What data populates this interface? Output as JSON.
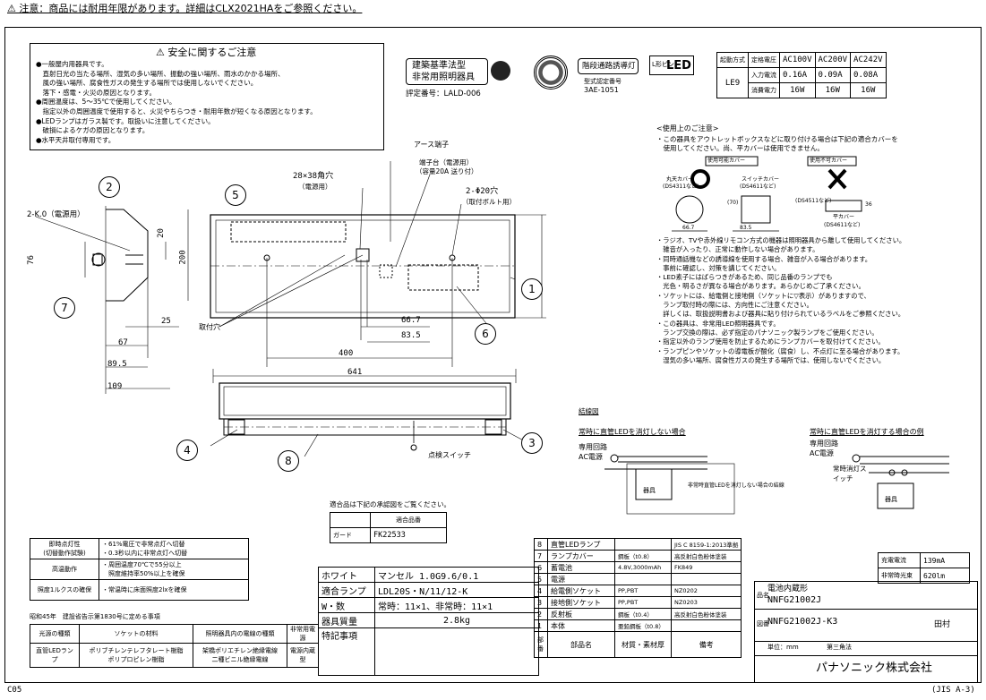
{
  "top_notice": "⚠ 注意：商品には耐用年限があります。詳細はCLX2021HAをご参照ください。",
  "safety": {
    "title": "⚠ 安全に関するご注意",
    "lines": [
      "●一般屋内用器具です。",
      "　直射日光の当たる場所、湿気の多い場所、振動の強い場所、雨水のかかる場所、",
      "　風の強い場所、腐食性ガスの発生する場所では使用しないでください。",
      "　落下・感電・火災の原因となります。",
      "●周囲温度は、5～35℃で使用してください。",
      "　指定以外の周囲温度で使用すると、火災やちらつき・耐用年数が短くなる原因となります。",
      "●LEDランプはガラス製です。取扱いに注意してください。",
      "　破損によるケガの原因となります。",
      "●水平天井取付専用です。"
    ]
  },
  "certs": {
    "law_label_1": "建築基準法型",
    "law_label_2": "非常用照明器具",
    "eval_no": "評定番号：LALD-006",
    "guide_label": "階段通路誘導灯",
    "approval": "型式認定番号",
    "approval_no": "3AE-1051",
    "lshape": "L形ピン",
    "led": "LED"
  },
  "spec_table": {
    "col0": "起動方式",
    "col1": "定格電圧",
    "v1": "AC100V",
    "v2": "AC200V",
    "v3": "AC242V",
    "model": "LE9",
    "row1": "入力電流",
    "i1": "0.16A",
    "i2": "0.09A",
    "i3": "0.08A",
    "row2": "消費電力",
    "w1": "16W",
    "w2": "16W",
    "w3": "16W"
  },
  "usage": {
    "title": "<使用上のご注意>",
    "intro1": "・この器具をアウトレットボックスなどに取り付ける場合は下記の適合カバーを",
    "intro2": "　使用してください。尚、平カバーは使用できません。",
    "ok_label": "使用可能カバー",
    "ng_label": "使用不可カバー",
    "ok1": "丸天カバー",
    "ok1b": "(DS4311など)",
    "ok2": "スイッチカバー",
    "ok2b": "(DS4611など)",
    "ng1": "(DS4511など)",
    "ng2": "平カバー",
    "ng2b": "(DS4611など)",
    "d1": "66.7",
    "d2": "83.5",
    "d3": "(70)",
    "d4": "36",
    "notes": [
      "・ラジオ、TVや赤外線リモコン方式の機器は照明器具から離して使用してください。",
      "　雑音が入ったり、正常に動作しない場合があります。",
      "・同時通話機などの誘導線を使用する場合、雑音が入る場合があります。",
      "　事前に確認し、対策を講じてください。",
      "・LED素子にはばらつきがあるため、同じ品番のランプでも",
      "　光色・明るさが異なる場合があります。あらかじめご了承ください。",
      "・ソケットには、給電側と接地側（ソケットに▽表示）がありますので、",
      "　ランプ取付時の際には、方向性にご注意ください。",
      "　詳しくは、取扱説明書および器具に貼り付けられているラベルをご参照ください。",
      "・この器具は、非常用LED照明器具です。",
      "　ランプ交換の際は、必ず指定のパナソニック製ランプをご使用ください。",
      "・指定以外のランプ使用を防止するためにランプカバーを取付けてください。",
      "・ランプピンやソケットの導電板が酸化（腐食）し、不点灯に至る場合があります。",
      "　湿気の多い場所、腐食性ガスの発生する場所では、使用しないでください。"
    ]
  },
  "drawing": {
    "earth": "アース端子",
    "terminal": "端子台（電源用）",
    "terminal2": "（容量20A 送り付）",
    "hole1": "28×38角穴",
    "hole1b": "（電源用）",
    "hole2": "2-Φ20穴",
    "hole2b": "（取付ボルト用）",
    "k0": "2-K.0（電源用）",
    "mount": "取付穴",
    "dim200": "200",
    "dim20": "20",
    "dim76": "76",
    "dim25": "25",
    "dim67": "67",
    "dim895": "89.5",
    "dim109": "109",
    "dim667": "66.7",
    "dim835": "83.5",
    "dim400": "400",
    "dim641": "641",
    "check_switch": "点検スイッチ",
    "callouts": [
      "1",
      "2",
      "3",
      "4",
      "5",
      "6",
      "7",
      "8"
    ]
  },
  "wiring": {
    "title": "結線図",
    "left_title": "常時に直管LEDを消灯しない場合",
    "right_title": "常時に直管LEDを消灯する場合の例",
    "circuit": "専用回路",
    "ac": "AC電源",
    "switch_label": "常時消灯スイッチ",
    "fixture": "器具",
    "note": "非常時直管LEDを消灯しない場合の結線"
  },
  "compat": {
    "title": "適合品は下記の承認図をご覧ください。",
    "head": "適合品番",
    "row_label": "ガード",
    "row_value": "FK22533"
  },
  "perf": {
    "r1a": "即時点灯性",
    "r1b": "(切替動作試験)",
    "r1c": "・61%電圧で非常点灯へ切替",
    "r1d": "・0.3秒以内に非常点灯へ切替",
    "r2a": "高温動作",
    "r2b": "・周囲温度70℃で55分以上",
    "r2c": "　照度維持率50%以上を確保",
    "r3a": "照度1ルクスの確保",
    "r3b": "・常温時に床面照度2lxを確保"
  },
  "law": {
    "title": "昭和45年　建設省告示第1830号に定める事項",
    "h1": "光源の種類",
    "h2": "ソケットの材料",
    "h3": "照明器具内の電線の種類",
    "h4": "非常用電源",
    "c1": "直管LEDランプ",
    "c2a": "ポリブチレンテレフタレート樹脂",
    "c2b": "ポリプロピレン樹脂",
    "c3a": "架橋ポリエチレン絶縁電線",
    "c3b": "二種ビニル絶縁電線",
    "c4": "電源内蔵型"
  },
  "titleblock": {
    "color_label": "ホワイト",
    "munsell": "マンセル 1.0G9.6/0.1",
    "lamp_label": "適合ランプ",
    "lamp": "LDL20S・N/11/12-K",
    "w_label": "W・数",
    "w_value": "常時：11×1、非常時：11×1",
    "mass_label": "器具質量",
    "mass": "2.8kg",
    "special": "特記事項",
    "parts": [
      {
        "no": "8",
        "name": "直管LEDランプ",
        "mat": "",
        "note": "JIS C 8159-1:2013準拠"
      },
      {
        "no": "7",
        "name": "ランプカバー",
        "mat": "鋼板（t0.8）",
        "note": "高反射白色粉体塗装"
      },
      {
        "no": "6",
        "name": "蓄電池",
        "mat": "4.8V,3000mAh",
        "note": "FK849"
      },
      {
        "no": "5",
        "name": "電源",
        "mat": "",
        "note": ""
      },
      {
        "no": "4",
        "name": "給電側ソケット",
        "mat": "PP,PBT",
        "note": "NZ0202"
      },
      {
        "no": "3",
        "name": "接地側ソケット",
        "mat": "PP,PBT",
        "note": "NZ0203"
      },
      {
        "no": "2",
        "name": "反射板",
        "mat": "鋼板（t0.4）",
        "note": "高反射白色粉体塗装"
      },
      {
        "no": "1",
        "name": "本体",
        "mat": "亜鉛鋼板（t0.8）",
        "note": ""
      }
    ],
    "hdr_no": "部番",
    "hdr_name": "部品名",
    "hdr_mat": "材質・素材厚",
    "hdr_note": "備考",
    "product_label": "品名",
    "product_name": "電池内蔵形",
    "product_code": "NNFG21002J",
    "fig_label": "図番",
    "fig_no": "NNFG21002J-K3",
    "unit": "単位：mm",
    "angle": "第三角法",
    "company": "パナソニック株式会社",
    "charge_current_label": "充電電流",
    "charge_current": "139mA",
    "emergency_flux_label": "非常時光束",
    "emergency_flux": "620lm",
    "field": "田村"
  },
  "footer_left": "C05",
  "footer_right": "(JIS A-3)"
}
